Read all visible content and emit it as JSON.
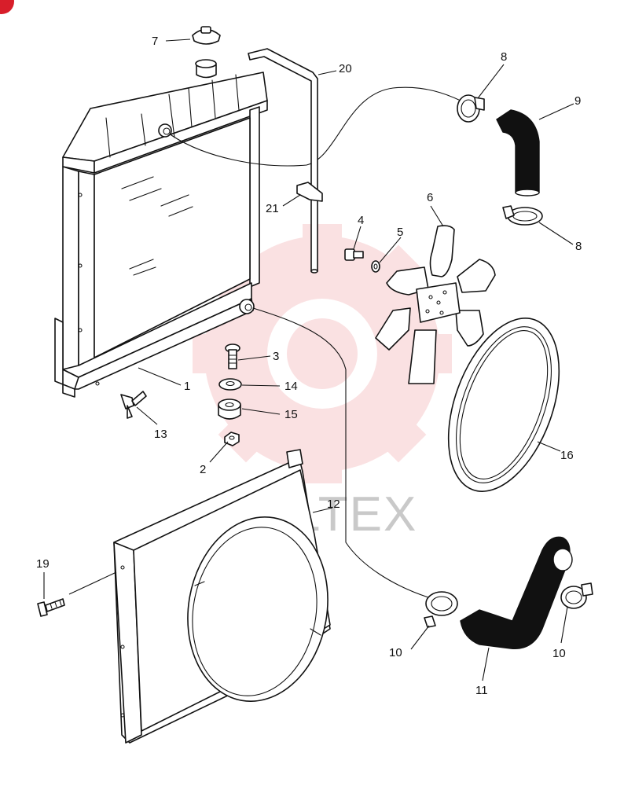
{
  "colors": {
    "line": "#111111",
    "background": "#ffffff",
    "watermark_gear": "#f7c9cb",
    "watermark_text": "#c9c9c9",
    "corner_badge": "#d81e2a"
  },
  "watermark": {
    "text": "MILTEX"
  },
  "callouts": [
    {
      "id": "7",
      "label": "7"
    },
    {
      "id": "20",
      "label": "20"
    },
    {
      "id": "8a",
      "label": "8"
    },
    {
      "id": "9",
      "label": "9"
    },
    {
      "id": "21",
      "label": "21"
    },
    {
      "id": "6",
      "label": "6"
    },
    {
      "id": "4",
      "label": "4"
    },
    {
      "id": "5",
      "label": "5"
    },
    {
      "id": "8b",
      "label": "8"
    },
    {
      "id": "3",
      "label": "3"
    },
    {
      "id": "1",
      "label": "1"
    },
    {
      "id": "14",
      "label": "14"
    },
    {
      "id": "15",
      "label": "15"
    },
    {
      "id": "13",
      "label": "13"
    },
    {
      "id": "2",
      "label": "2"
    },
    {
      "id": "16",
      "label": "16"
    },
    {
      "id": "12",
      "label": "12"
    },
    {
      "id": "19",
      "label": "19"
    },
    {
      "id": "10a",
      "label": "10"
    },
    {
      "id": "10b",
      "label": "10"
    },
    {
      "id": "11",
      "label": "11"
    }
  ]
}
